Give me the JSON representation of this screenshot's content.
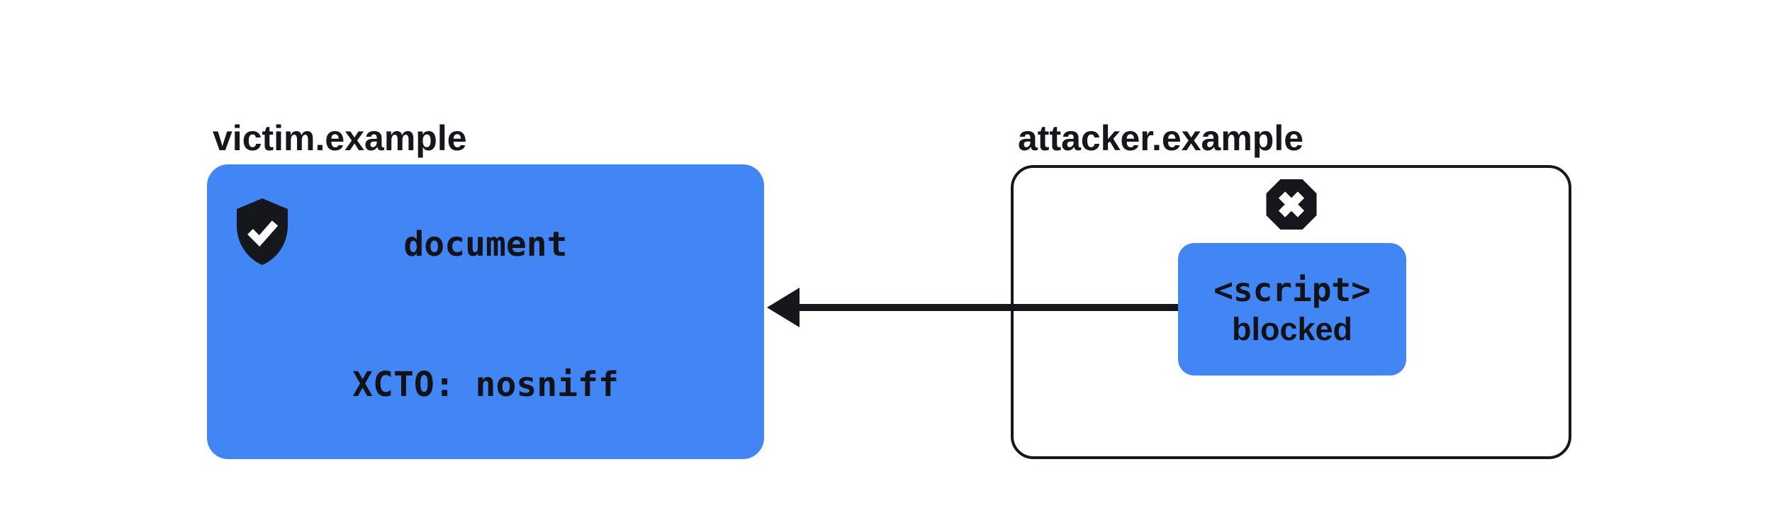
{
  "diagram": {
    "title_implicit": "XCTO nosniff blocks cross-origin script sniffing",
    "colors": {
      "accent_blue": "#4285F4",
      "ink": "#15171C",
      "background": "#FFFFFF"
    },
    "victim": {
      "label": "victim.example",
      "icon": "shield-check",
      "node_lines": [
        "document",
        "XCTO: nosniff"
      ]
    },
    "attacker": {
      "label": "attacker.example",
      "icon": "octagon-x",
      "node_lines": [
        "<script>",
        "blocked"
      ]
    },
    "arrow": {
      "direction": "right-to-left",
      "from": "attacker.example <script> blocked",
      "to": "victim.example document"
    }
  }
}
